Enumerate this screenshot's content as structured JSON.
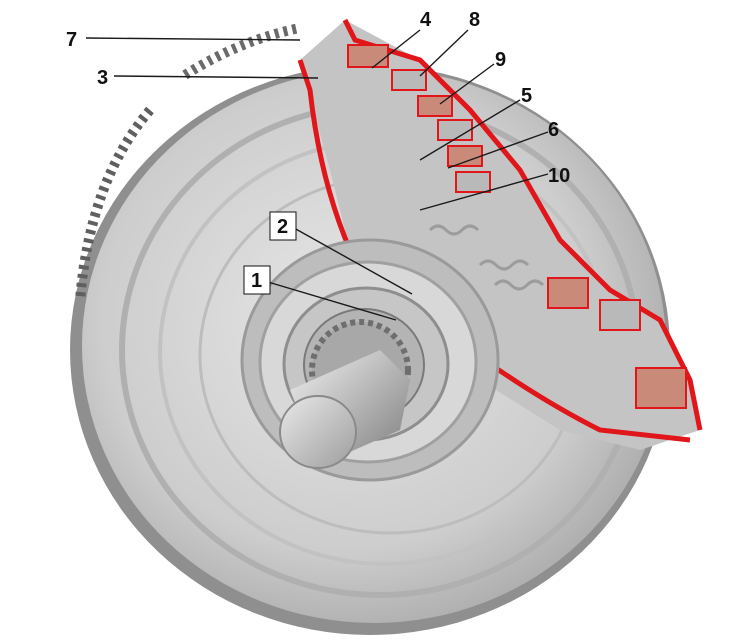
{
  "diagram": {
    "callouts": [
      {
        "id": "c7",
        "text": "7"
      },
      {
        "id": "c3",
        "text": "3"
      },
      {
        "id": "c4",
        "text": "4"
      },
      {
        "id": "c8",
        "text": "8"
      },
      {
        "id": "c9",
        "text": "9"
      },
      {
        "id": "c5",
        "text": "5"
      },
      {
        "id": "c6",
        "text": "6"
      },
      {
        "id": "c10",
        "text": "10"
      },
      {
        "id": "c2",
        "text": "2"
      },
      {
        "id": "c1",
        "text": "1"
      }
    ],
    "colors": {
      "cut_edge": "#e0161b",
      "metal_light": "#d4d4d4",
      "metal_mid": "#b9b9b9",
      "metal_dark": "#8e8e8e",
      "friction_pad": "#c98a7a",
      "background": "#ffffff"
    }
  }
}
